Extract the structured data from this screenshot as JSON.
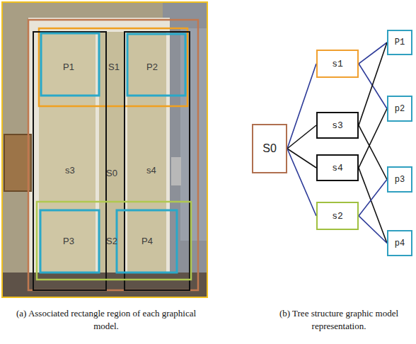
{
  "diagram": {
    "nodes": [
      {
        "text": [
          "S0"
        ]
      },
      {
        "text": [
          "s1"
        ]
      },
      {
        "text": [
          "s3"
        ]
      },
      {
        "text": [
          "s4"
        ]
      },
      {
        "text": [
          "s2"
        ]
      },
      {
        "text": [
          "P1"
        ]
      },
      {
        "text": [
          "p2"
        ]
      },
      {
        "text": [
          "p3"
        ]
      },
      {
        "text": [
          "p4"
        ]
      }
    ],
    "edges": [
      {
        "from": 0,
        "to": 1,
        "arrow": "none"
      },
      {
        "from": 0,
        "to": 2,
        "arrow": "none"
      },
      {
        "from": 0,
        "to": 3,
        "arrow": "none"
      },
      {
        "from": 0,
        "to": 4,
        "arrow": "none"
      },
      {
        "from": 1,
        "to": 5,
        "arrow": "none"
      },
      {
        "from": 1,
        "to": 6,
        "arrow": "none"
      },
      {
        "from": 2,
        "to": 5,
        "arrow": "none"
      },
      {
        "from": 2,
        "to": 7,
        "arrow": "none"
      },
      {
        "from": 3,
        "to": 6,
        "arrow": "none"
      },
      {
        "from": 3,
        "to": 8,
        "arrow": "none"
      },
      {
        "from": 4,
        "to": 7,
        "arrow": "none"
      },
      {
        "from": 4,
        "to": 8,
        "arrow": "none"
      }
    ],
    "labels": [
      "P1",
      "S1",
      "P2",
      "s3",
      "S0",
      "s4",
      "P3",
      "S2",
      "P4",
      "(a) Associated rectangle region of each graphical model.",
      "(b) Tree structure graphic model representation."
    ]
  }
}
